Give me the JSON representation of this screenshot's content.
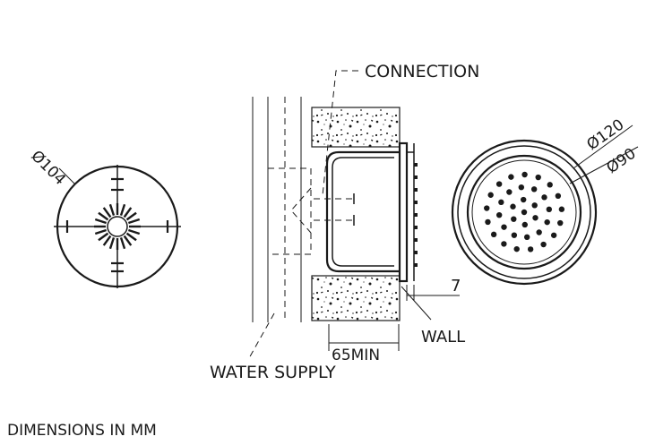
{
  "diagram": {
    "labels": {
      "connection": "CONNECTION",
      "wall": "WALL",
      "water_supply": "WATER SUPPLY",
      "min_depth": "65MIN",
      "plate_thickness": "7",
      "dim_outer_plate": "Ø120",
      "dim_spray_face": "Ø90",
      "dim_body": "Ø104",
      "footer": "DIMENSIONS IN MM"
    },
    "colors": {
      "ink": "#1a1a1a",
      "paper": "#ffffff"
    }
  }
}
